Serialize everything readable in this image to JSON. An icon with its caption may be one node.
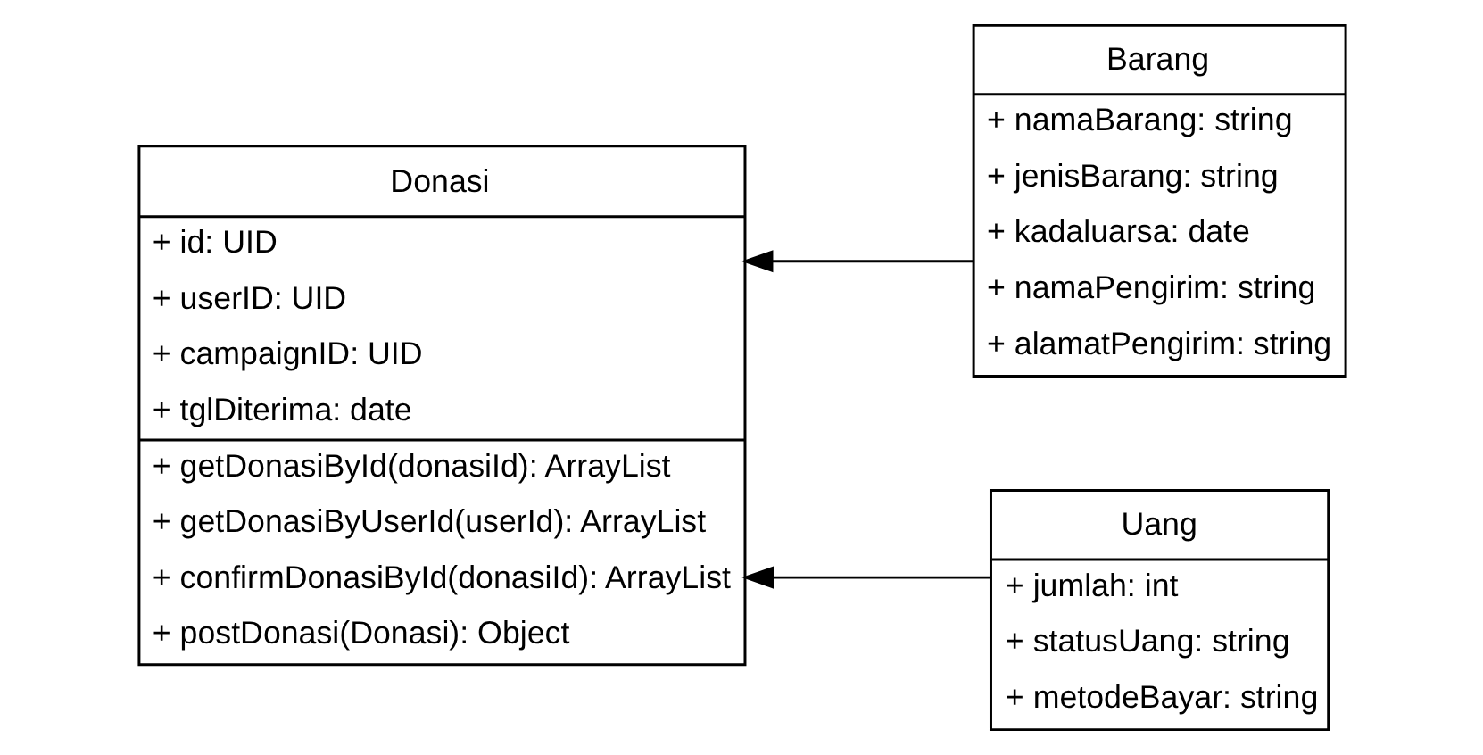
{
  "diagram": {
    "nodes": [
      {
        "text": [
          "Donasi",
          "+ id: UID",
          "+ userID: UID",
          "+ campaignID: UID",
          "+ tglDiterima: date",
          "+ getDonasiById(donasiId): ArrayList",
          "+ getDonasiByUserId(userId): ArrayList",
          "+ confirmDonasiById(donasiId): ArrayList",
          "+ postDonasi(Donasi): Object"
        ]
      },
      {
        "text": [
          "Barang",
          "+ namaBarang: string",
          "+ jenisBarang: string",
          "+ kadaluarsa: date",
          "+ namaPengirim: string",
          "+ alamatPengirim: string"
        ]
      },
      {
        "text": [
          "Uang",
          "+ jumlah: int",
          "+ statusUang: string",
          "+ metodeBayar: string"
        ]
      }
    ],
    "edges": [
      {
        "from": 1,
        "to": 0,
        "arrow": "to"
      },
      {
        "from": 2,
        "to": 0,
        "arrow": "to"
      }
    ]
  }
}
